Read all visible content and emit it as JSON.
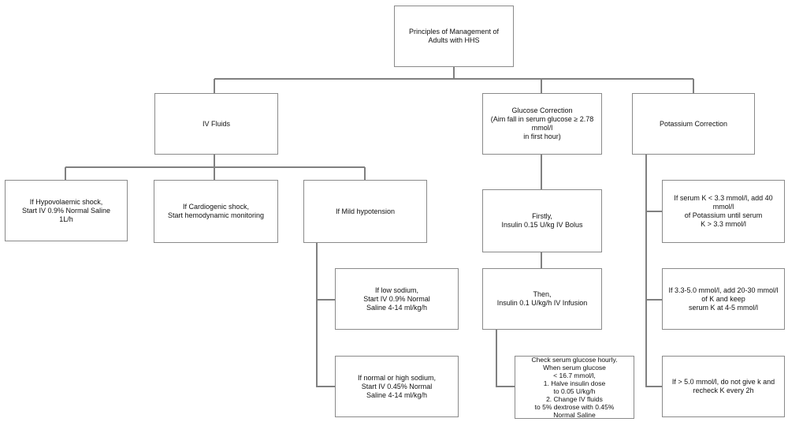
{
  "nodes": {
    "root": "Principles of Management of\nAdults with HHS",
    "iv_fluids": "IV Fluids",
    "glucose_correction": "Glucose Correction\n(Aim fall in serum glucose ≥ 2.78 mmol/l\nin first hour)",
    "potassium_correction": "Potassium Correction",
    "hypovolaemic": "If Hypovolaemic shock,\nStart IV 0.9% Normal Saline\n1L/h",
    "cardiogenic": "If Cardiogenic shock,\nStart hemodynamic monitoring",
    "mild_hypotension": "If Mild hypotension",
    "low_sodium": "If low sodium,\nStart IV 0.9% Normal\nSaline 4-14 ml/kg/h",
    "normal_high_sodium": "If normal or high sodium,\nStart IV 0.45% Normal\nSaline 4-14 ml/kg/h",
    "firstly": "Firstly,\nInsulin 0.15 U/kg IV Bolus",
    "then": "Then,\nInsulin 0.1 U/kg/h IV Infusion",
    "check_glucose": "Check serum glucose hourly.\nWhen serum glucose\n< 16.7 mmol/l,\n1. Halve insulin dose\nto 0.05 U/kg/h\n2. Change IV fluids\nto 5% dextrose with 0.45%\nNormal Saline",
    "k_low": "If serum K < 3.3 mmol/l, add 40 mmol/l\nof Potassium until serum\nK > 3.3 mmol/l",
    "k_mid": "If 3.3-5.0 mmol/l, add 20-30 mmol/l\nof K and keep\nserum K at 4-5 mmol/l",
    "k_high": "If > 5.0 mmol/l, do not give k and\nrecheck K every 2h"
  },
  "colors": {
    "connector": "#808080",
    "border": "#8a8a8a"
  }
}
